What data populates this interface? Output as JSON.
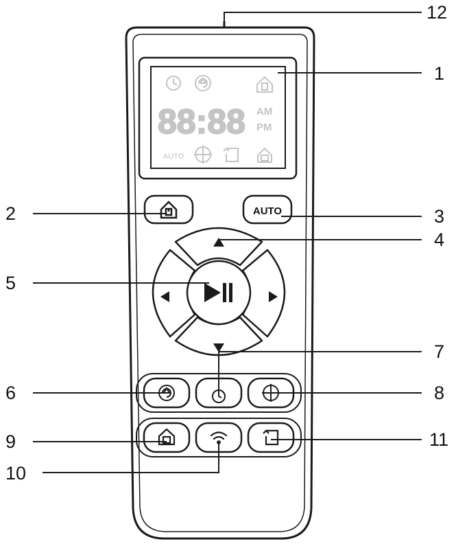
{
  "callouts": [
    "1",
    "2",
    "3",
    "4",
    "5",
    "6",
    "7",
    "8",
    "9",
    "10",
    "11",
    "12"
  ],
  "lcd": {
    "clock_digits": "88:88",
    "am_label": "AM",
    "pm_label": "PM",
    "auto_label": "AUTO"
  },
  "buttons": {
    "auto_label": "AUTO"
  },
  "colors": {
    "outline": "#1a1a1a",
    "lcd_segment": "#c4c4c4"
  }
}
